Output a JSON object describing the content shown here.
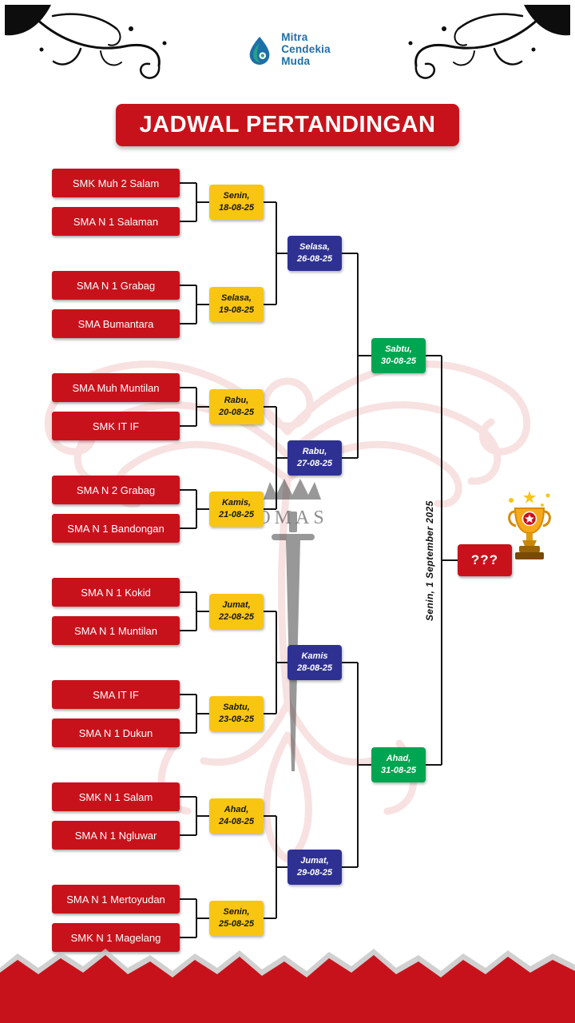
{
  "logo": {
    "name_lines": [
      "Mitra",
      "Cendekia",
      "Muda"
    ]
  },
  "title": "JADWAL PERTANDINGAN",
  "watermark_text": "OMAS",
  "rounds": {
    "round1": [
      {
        "team_a": "SMK Muh 2 Salam",
        "team_b": "SMA N 1 Salaman",
        "date": [
          "Senin,",
          "18-08-25"
        ]
      },
      {
        "team_a": "SMA N 1 Grabag",
        "team_b": "SMA Bumantara",
        "date": [
          "Selasa,",
          "19-08-25"
        ]
      },
      {
        "team_a": "SMA Muh Muntilan",
        "team_b": "SMK IT IF",
        "date": [
          "Rabu,",
          "20-08-25"
        ]
      },
      {
        "team_a": "SMA N 2 Grabag",
        "team_b": "SMA N 1 Bandongan",
        "date": [
          "Kamis,",
          "21-08-25"
        ]
      },
      {
        "team_a": "SMA N 1 Kokid",
        "team_b": "SMA N 1 Muntilan",
        "date": [
          "Jumat,",
          "22-08-25"
        ]
      },
      {
        "team_a": "SMA IT IF",
        "team_b": "SMA N 1 Dukun",
        "date": [
          "Sabtu,",
          "23-08-25"
        ]
      },
      {
        "team_a": "SMK N 1 Salam",
        "team_b": "SMA N 1 Ngluwar",
        "date": [
          "Ahad,",
          "24-08-25"
        ]
      },
      {
        "team_a": "SMA N 1 Mertoyudan",
        "team_b": "SMK N 1 Magelang",
        "date": [
          "Senin,",
          "25-08-25"
        ]
      }
    ],
    "round2": [
      [
        "Selasa,",
        "26-08-25"
      ],
      [
        "Rabu,",
        "27-08-25"
      ],
      [
        "Kamis",
        "28-08-25"
      ],
      [
        "Jumat,",
        "29-08-25"
      ]
    ],
    "semifinal": [
      [
        "Sabtu,",
        "30-08-25"
      ],
      [
        "Ahad,",
        "31-08-25"
      ]
    ],
    "final": {
      "placeholder": "???",
      "date": "Senin, 1 September 2025"
    }
  },
  "colors": {
    "red": "#C8121B",
    "yellow": "#F9C513",
    "blue": "#2E3192",
    "green": "#00A551",
    "logo_blue": "#1C6FA8"
  }
}
